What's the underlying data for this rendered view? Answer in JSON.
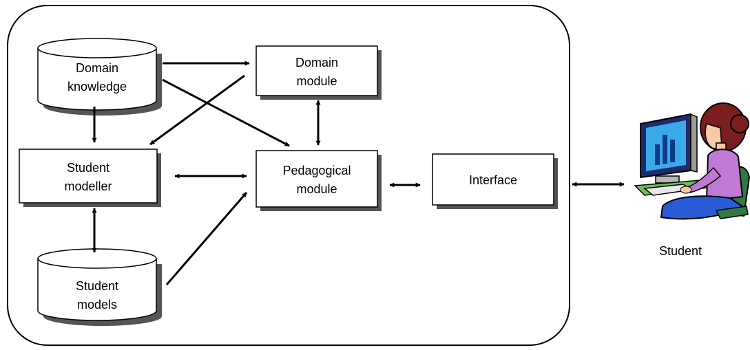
{
  "nodes": {
    "domain_knowledge": {
      "line1": "Domain",
      "line2": "knowledge"
    },
    "domain_module": {
      "line1": "Domain",
      "line2": "module"
    },
    "student_modeller": {
      "line1": "Student",
      "line2": "modeller"
    },
    "pedagogical_module": {
      "line1": "Pedagogical",
      "line2": "module"
    },
    "interface": {
      "label": "Interface"
    },
    "student_models": {
      "line1": "Student",
      "line2": "models"
    }
  },
  "student": {
    "label": "Student",
    "icon": "student-at-computer-icon"
  }
}
